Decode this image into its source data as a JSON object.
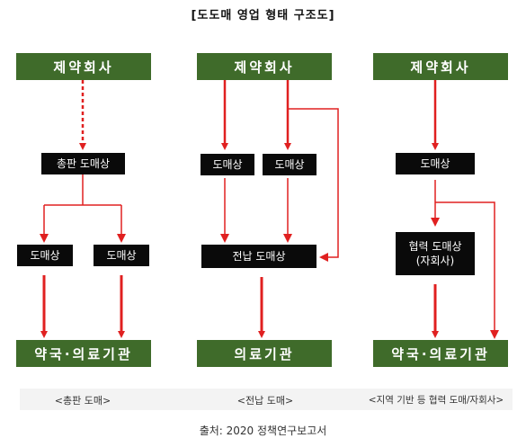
{
  "title": "[도도매 영업 형태 구조도]",
  "source": "출처: 2020 정책연구보고서",
  "colors": {
    "green_box": "#3f6b2a",
    "black_box": "#0a0a0a",
    "arrow": "#e02020"
  },
  "col1": {
    "top": "제약회사",
    "middle": "총판 도매상",
    "left_wholesaler": "도매상",
    "right_wholesaler": "도매상",
    "bottom": "약국·의료기관",
    "caption": "<총판 도매>"
  },
  "col2": {
    "top": "제약회사",
    "left_wholesaler": "도매상",
    "right_wholesaler": "도매상",
    "middle": "전납 도매상",
    "bottom": "의료기관",
    "caption": "<전납 도매>"
  },
  "col3": {
    "top": "제약회사",
    "wholesaler": "도매상",
    "partner_line1": "협력 도매상",
    "partner_line2": "(자회사)",
    "bottom": "약국·의료기관",
    "caption": "<지역 기반 등 협력 도매/자회사>"
  }
}
